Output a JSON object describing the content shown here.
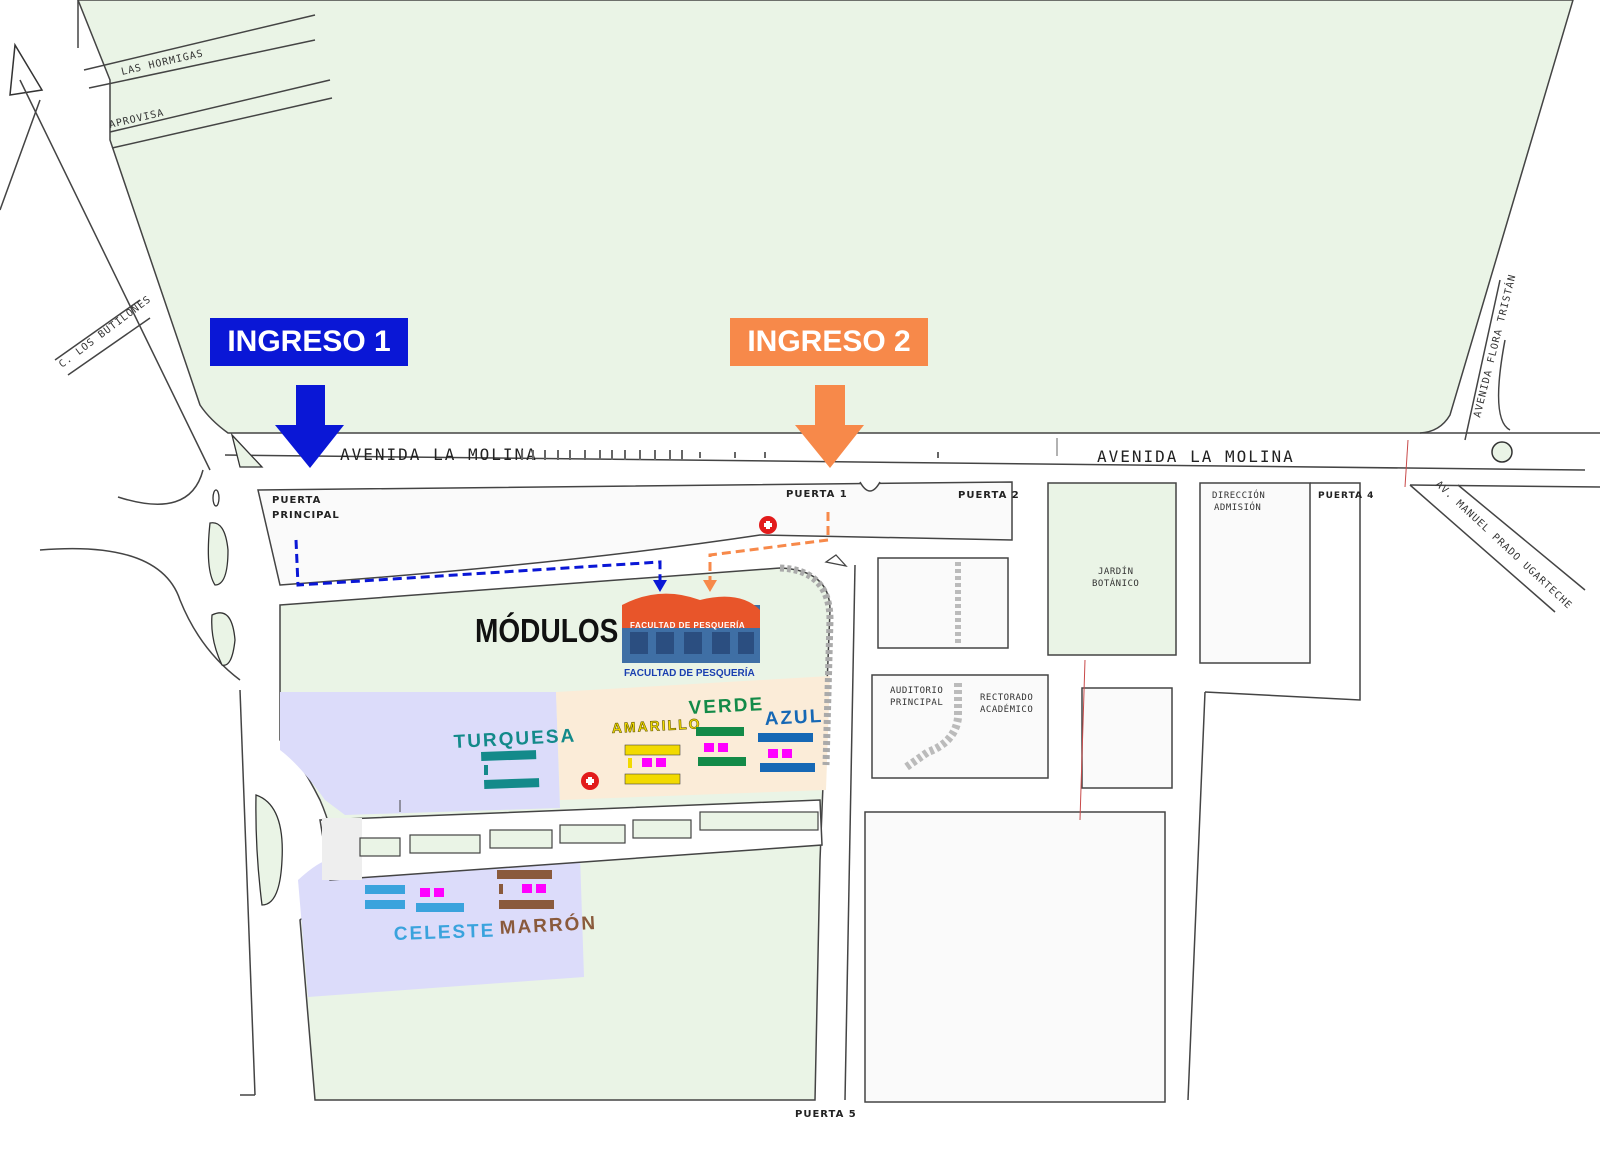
{
  "entrances": {
    "ingreso_1": {
      "label": "INGRESO 1",
      "color": "#0a17d6"
    },
    "ingreso_2": {
      "label": "INGRESO 2",
      "color": "#f7894a"
    }
  },
  "roads": {
    "las_hormigas": "LAS HORMIGAS",
    "aprovisa": "APROVISA",
    "los_butilones": "C. LOS BUTILONES",
    "avenida_la_molina": "AVENIDA LA MOLINA",
    "avenida_flora_tristan": "AVENIDA FLORA TRISTÁN",
    "manuel_prado": "AV. MANUEL PRADO UGARTECHE"
  },
  "gates": {
    "puerta_principal_line1": "PUERTA",
    "puerta_principal_line2": "PRINCIPAL",
    "puerta_1": "PUERTA 1",
    "puerta_2": "PUERTA 2",
    "puerta_4": "PUERTA 4",
    "puerta_5": "PUERTA 5"
  },
  "buildings": {
    "jardin_line1": "JARDÍN",
    "jardin_line2": "BOTÁNICO",
    "direccion_line1": "DIRECCIÓN",
    "direccion_line2": "ADMISIÓN",
    "auditorio_line1": "AUDITORIO",
    "auditorio_line2": "PRINCIPAL",
    "rectorado_line1": "RECTORADO",
    "rectorado_line2": "ACADÉMICO"
  },
  "modules": {
    "title": "MÓDULOS",
    "facultad_sign": "FACULTAD DE PESQUERÍA",
    "facultad_caption": "FACULTAD DE PESQUERÍA",
    "turquesa": {
      "label": "TURQUESA",
      "color": "#138a8a"
    },
    "amarillo": {
      "label": "AMARILLO",
      "color": "#f2da00"
    },
    "verde": {
      "label": "VERDE",
      "color": "#138a48"
    },
    "azul": {
      "label": "AZUL",
      "color": "#1668b5"
    },
    "celeste": {
      "label": "CELESTE",
      "color": "#3aa3dd"
    },
    "marron": {
      "label": "MARRÓN",
      "color": "#8a5a3c"
    }
  },
  "colors": {
    "green_area": "#eaf4e6",
    "zone_lavender": "#dcdcfa",
    "zone_peach": "#fbecd8",
    "magenta": "#ff00ff",
    "first_aid": "#e21b1b"
  },
  "icons": [
    "first-aid-icon",
    "down-arrow-icon",
    "dashed-route"
  ]
}
